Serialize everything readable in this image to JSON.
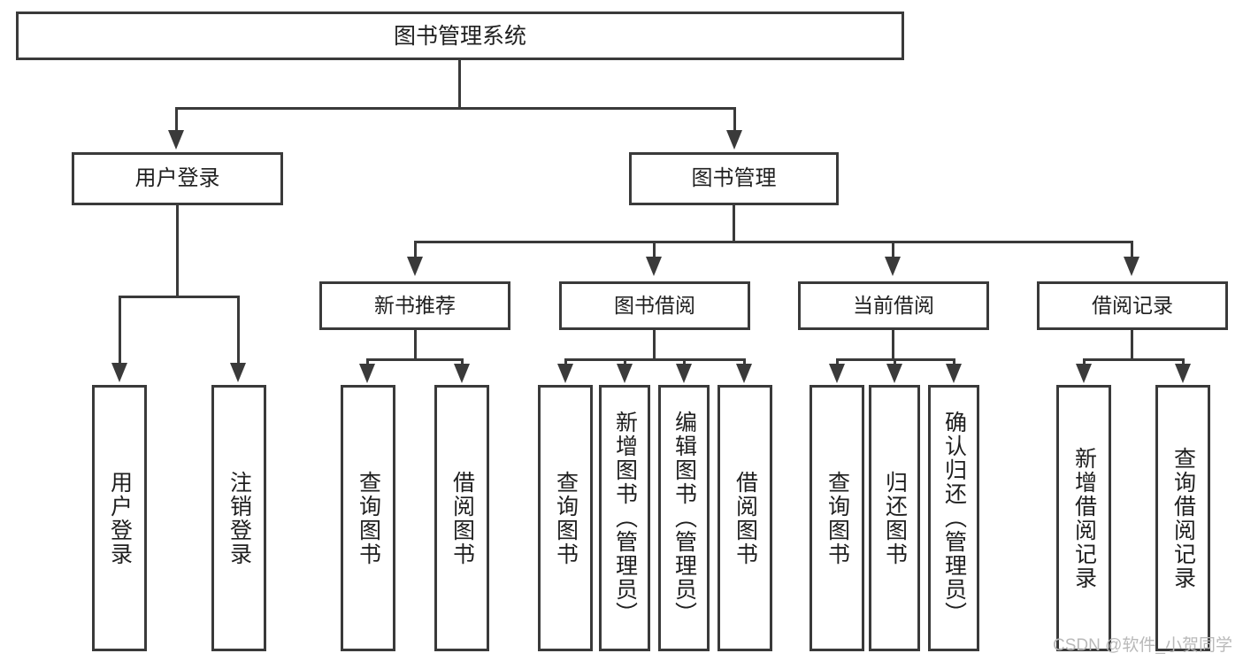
{
  "diagram": {
    "title": "图书管理系统",
    "type": "hierarchy-tree",
    "root": {
      "label": "图书管理系统"
    },
    "level2": [
      {
        "label": "用户登录"
      },
      {
        "label": "图书管理"
      }
    ],
    "level3": [
      {
        "label": "新书推荐"
      },
      {
        "label": "图书借阅"
      },
      {
        "label": "当前借阅"
      },
      {
        "label": "借阅记录"
      }
    ],
    "leaves": {
      "user_login": [
        {
          "label": "用户登录"
        },
        {
          "label": "注销登录"
        }
      ],
      "new_book_recommend": [
        {
          "label": "查询图书"
        },
        {
          "label": "借阅图书"
        }
      ],
      "book_borrow": [
        {
          "label": "查询图书"
        },
        {
          "label": "新增图书（管理员）"
        },
        {
          "label": "编辑图书（管理员）"
        },
        {
          "label": "借阅图书"
        }
      ],
      "current_borrow": [
        {
          "label": "查询图书"
        },
        {
          "label": "归还图书"
        },
        {
          "label": "确认归还（管理员）"
        }
      ],
      "borrow_record": [
        {
          "label": "新增借阅记录"
        },
        {
          "label": "查询借阅记录"
        }
      ]
    }
  },
  "watermark": {
    "text": "CSDN @软件_小贺同学"
  },
  "colors": {
    "line": "#3a3a3a",
    "box_fill": "#ffffff",
    "text": "#1f1f1f",
    "watermark": "#b9b9b9"
  }
}
